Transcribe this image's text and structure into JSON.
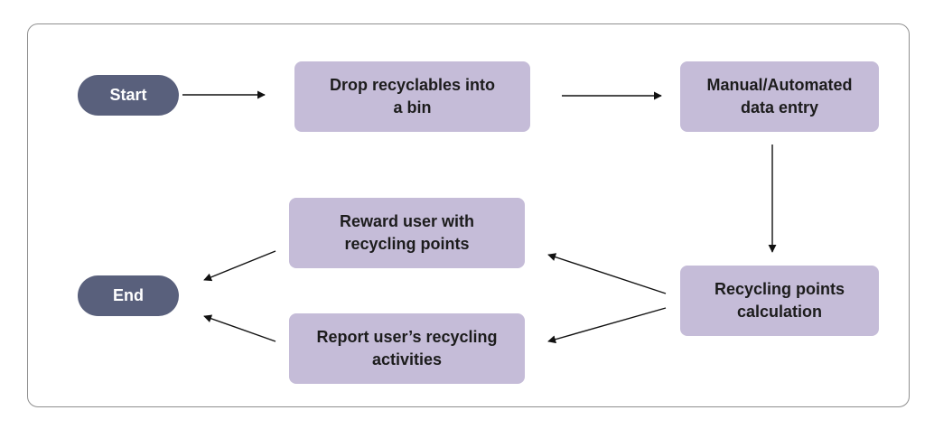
{
  "nodes": {
    "start": "Start",
    "drop": "Drop recyclables into\na bin",
    "entry": "Manual/Automated\ndata entry",
    "calc": "Recycling points\ncalculation",
    "reward": "Reward user with\nrecycling points",
    "report": "Report user’s recycling\nactivities",
    "end": "End"
  },
  "colors": {
    "terminal": "#59607c",
    "process": "#c5bcd8",
    "arrow": "#111111",
    "frame": "#8f8f8f"
  }
}
